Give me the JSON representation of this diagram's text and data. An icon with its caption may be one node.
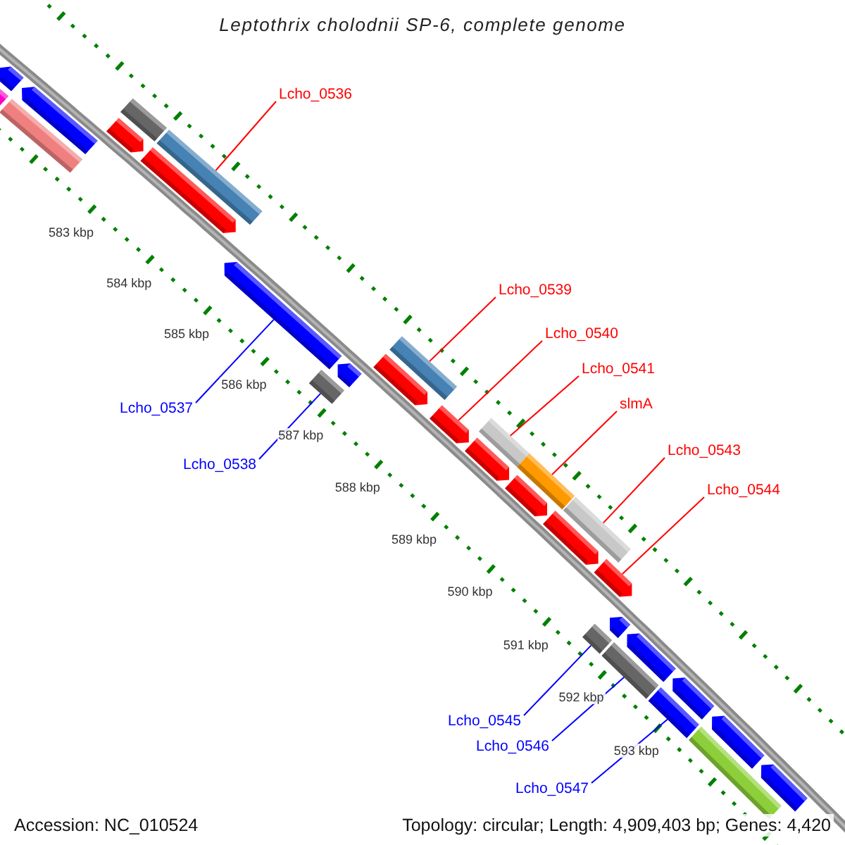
{
  "diagram": {
    "title": "Leptothrix cholodnii SP-6, complete genome",
    "nodes": [
      {
        "text": [
          "Lcho_0536"
        ]
      },
      {
        "text": [
          "Lcho_0537"
        ]
      },
      {
        "text": [
          "Lcho_0538"
        ]
      },
      {
        "text": [
          "Lcho_0539"
        ]
      },
      {
        "text": [
          "Lcho_0540"
        ]
      },
      {
        "text": [
          "Lcho_0541"
        ]
      },
      {
        "text": [
          "slmA"
        ]
      },
      {
        "text": [
          "Lcho_0543"
        ]
      },
      {
        "text": [
          "Lcho_0544"
        ]
      },
      {
        "text": [
          "Lcho_0545"
        ]
      },
      {
        "text": [
          "Lcho_0546"
        ]
      },
      {
        "text": [
          "Lcho_0547"
        ]
      },
      {
        "text": [],
        "shape": "bar"
      },
      {
        "text": [],
        "shape": "bar"
      },
      {
        "text": [],
        "shape": "bar"
      },
      {
        "text": [],
        "shape": "bar"
      },
      {
        "text": [],
        "shape": "bar"
      },
      {
        "text": [],
        "shape": "bar"
      },
      {
        "text": [],
        "shape": "bar"
      },
      {
        "text": [],
        "shape": "bar"
      },
      {
        "text": [],
        "shape": "bar"
      },
      {
        "text": [],
        "shape": "bar"
      },
      {
        "text": [],
        "shape": "bar"
      },
      {
        "text": [],
        "shape": "bar"
      },
      {
        "text": [],
        "shape": "bar"
      },
      {
        "text": [],
        "shape": "bar"
      },
      {
        "text": [],
        "shape": "bar"
      },
      {
        "text": [],
        "shape": "bar"
      },
      {
        "text": [],
        "shape": "bar"
      },
      {
        "text": [],
        "shape": "bar"
      },
      {
        "text": [],
        "shape": "bar"
      },
      {
        "text": [],
        "shape": "bar"
      },
      {
        "text": [],
        "shape": "bar"
      },
      {
        "text": [],
        "shape": "bar"
      },
      {
        "text": [],
        "shape": "bar"
      },
      {
        "text": [],
        "shape": "bar"
      },
      {
        "text": [],
        "shape": "bar"
      },
      {
        "text": [],
        "shape": "bar"
      },
      {
        "text": [],
        "shape": "bar"
      },
      {
        "text": [],
        "shape": "bar"
      },
      {
        "text": [],
        "shape": "bar"
      },
      {
        "text": [],
        "shape": "bar"
      }
    ],
    "edges": [
      {
        "from": 0,
        "to": 18,
        "arrow": "none"
      },
      {
        "from": 1,
        "to": 20,
        "arrow": "none",
        "color": "#0000ff"
      },
      {
        "from": 2,
        "to": 21,
        "arrow": "none",
        "color": "#0000ff"
      },
      {
        "from": 3,
        "to": 23,
        "arrow": "none"
      },
      {
        "from": 4,
        "to": 25,
        "arrow": "none"
      },
      {
        "from": 5,
        "to": 26,
        "arrow": "none"
      },
      {
        "from": 6,
        "to": 28,
        "arrow": "none"
      },
      {
        "from": 7,
        "to": 31,
        "arrow": "none"
      },
      {
        "from": 8,
        "to": 32,
        "arrow": "none"
      },
      {
        "from": 9,
        "to": 33,
        "arrow": "none",
        "color": "#0000ff"
      },
      {
        "from": 10,
        "to": 35,
        "arrow": "none",
        "color": "#0000ff"
      },
      {
        "from": 11,
        "to": 37,
        "arrow": "none",
        "color": "#0000ff"
      }
    ],
    "labels": [
      "583 kbp",
      "584 kbp",
      "585 kbp",
      "586 kbp",
      "587 kbp",
      "588 kbp",
      "589 kbp",
      "590 kbp",
      "591 kbp",
      "592 kbp",
      "593 kbp",
      "Accession: NC_010524",
      "Topology: circular; Length: 4,909,403 bp; Genes: 4,420"
    ]
  }
}
